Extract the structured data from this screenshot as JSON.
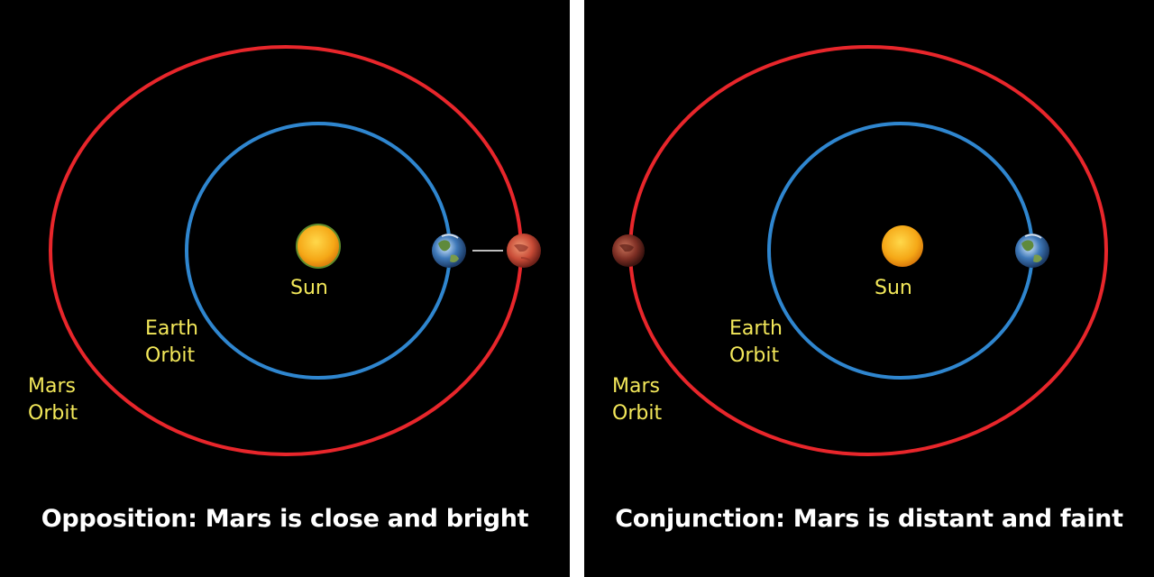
{
  "colors": {
    "background": "#000000",
    "mars_orbit": "#e8262b",
    "earth_orbit": "#2f86cf",
    "label": "#f3e85a",
    "caption": "#ffffff",
    "separator": "#ffffff"
  },
  "panels": [
    {
      "sun_label": "Sun",
      "earth_orbit_label": [
        "Earth",
        "Orbit"
      ],
      "mars_orbit_label": [
        "Mars",
        "Orbit"
      ],
      "caption": "Opposition: Mars is close and bright"
    },
    {
      "sun_label": "Sun",
      "earth_orbit_label": [
        "Earth",
        "Orbit"
      ],
      "mars_orbit_label": [
        "Mars",
        "Orbit"
      ],
      "caption": "Conjunction: Mars is distant and faint"
    }
  ]
}
